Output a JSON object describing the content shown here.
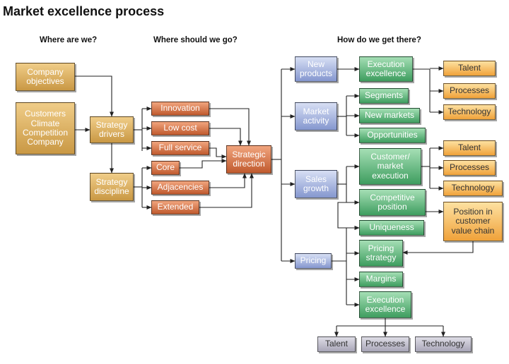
{
  "title": "Market excellence process",
  "columns": {
    "where_are_we": "Where are we?",
    "where_should_we_go": "Where should we go?",
    "how_do_we_get_there": "How do we get there?"
  },
  "boxes": {
    "company_objectives": [
      "Company",
      "objectives"
    ],
    "customers": [
      "Customers",
      "Climate",
      "Competition",
      "Company"
    ],
    "strategy_drivers": [
      "Strategy",
      "drivers"
    ],
    "strategy_discipline": [
      "Strategy",
      "discipline"
    ],
    "innovation": [
      "Innovation"
    ],
    "low_cost": [
      "Low cost"
    ],
    "full_service": [
      "Full service"
    ],
    "core": [
      "Core"
    ],
    "adjacencies": [
      "Adjacencies"
    ],
    "extended": [
      "Extended"
    ],
    "strategic_direction": [
      "Strategic",
      "direction"
    ],
    "new_products": [
      "New",
      "products"
    ],
    "market_activity": [
      "Market",
      "activity"
    ],
    "sales_growth": [
      "Sales",
      "growth"
    ],
    "pricing": [
      "Pricing"
    ],
    "execution_excellence_top": [
      "Execution",
      "excellence"
    ],
    "segments": [
      "Segments"
    ],
    "new_markets": [
      "New markets"
    ],
    "opportunities": [
      "Opportunities"
    ],
    "customer_market_execution": [
      "Customer/",
      "market",
      "execution"
    ],
    "competitive_position": [
      "Competitive",
      "position"
    ],
    "uniqueness": [
      "Uniqueness"
    ],
    "pricing_strategy": [
      "Pricing",
      "strategy"
    ],
    "margins": [
      "Margins"
    ],
    "execution_excellence_bottom": [
      "Execution",
      "excellence"
    ],
    "talent_top": [
      "Talent"
    ],
    "processes_top": [
      "Processes"
    ],
    "technology_top": [
      "Technology"
    ],
    "talent_mid": [
      "Talent"
    ],
    "processes_mid": [
      "Processes"
    ],
    "technology_mid": [
      "Technology"
    ],
    "position_value_chain": [
      "Position in",
      "customer",
      "value chain"
    ],
    "talent_bottom": [
      "Talent"
    ],
    "processes_bottom": [
      "Processes"
    ],
    "technology_bottom": [
      "Technology"
    ]
  },
  "colors": {
    "tan": "#e3b66a",
    "rust": "#d9774a",
    "blue": "#aab7e3",
    "green": "#6cc28a",
    "orange": "#f7c26a",
    "gray": "#c4c2cf",
    "line": "#222222"
  }
}
